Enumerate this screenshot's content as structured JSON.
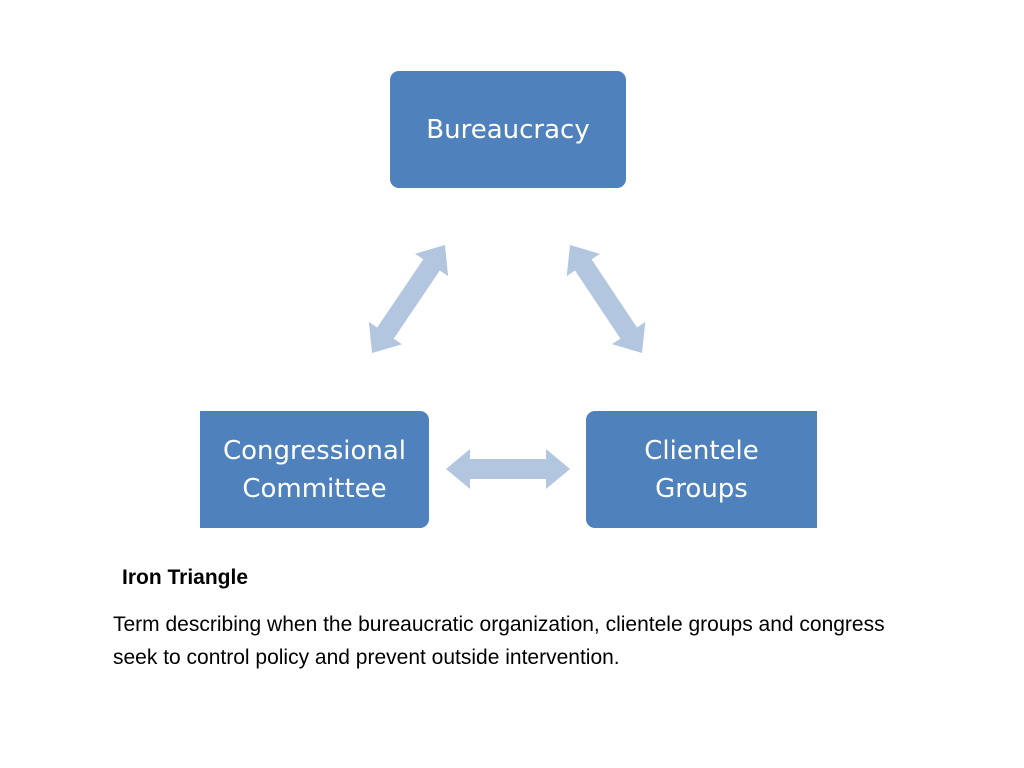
{
  "diagram": {
    "nodes": {
      "bureaucracy": {
        "label": "Bureaucracy"
      },
      "congressional": {
        "line1": "Congressional",
        "line2": "Committee"
      },
      "clientele": {
        "line1": "Clientele",
        "line2": "Groups"
      }
    },
    "colors": {
      "node_fill": "#4f81bd",
      "node_text": "#ffffff",
      "arrow_fill": "#b3c6e0"
    },
    "connections": [
      {
        "from": "bureaucracy",
        "to": "congressional",
        "type": "double-arrow"
      },
      {
        "from": "bureaucracy",
        "to": "clientele",
        "type": "double-arrow"
      },
      {
        "from": "congressional",
        "to": "clientele",
        "type": "double-arrow"
      }
    ]
  },
  "caption": {
    "title": "Iron Triangle",
    "body": "Term describing when the bureaucratic organization, clientele groups and congress seek to control policy and prevent outside intervention."
  }
}
